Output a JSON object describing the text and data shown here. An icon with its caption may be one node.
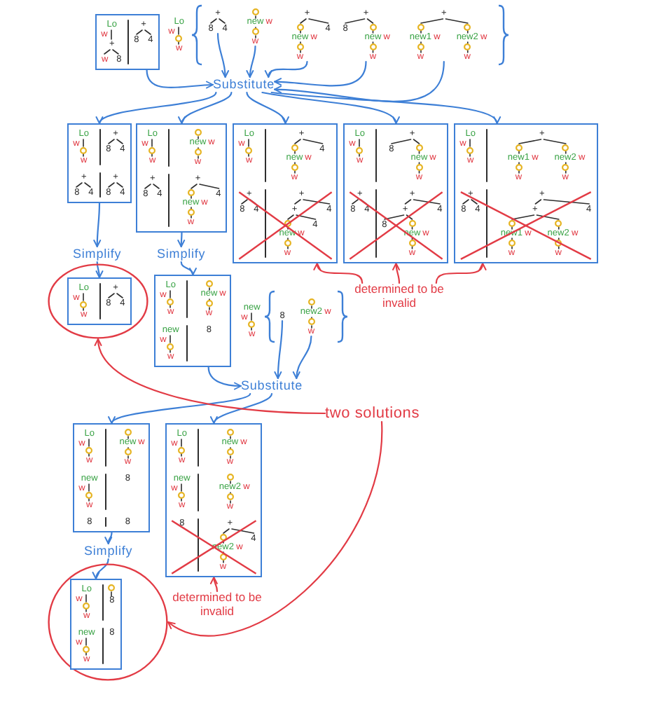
{
  "diagram": {
    "nodes": [
      {
        "text": [
          "Lo",
          "w",
          "+",
          "w",
          "8",
          "+",
          "8",
          "4"
        ]
      },
      {
        "text": [
          "+",
          "8",
          "4"
        ]
      },
      {
        "text": [
          "new",
          "w",
          "w"
        ]
      },
      {
        "text": [
          "+",
          "new",
          "w",
          "w",
          "4"
        ]
      },
      {
        "text": [
          "+",
          "8",
          "new",
          "w",
          "w"
        ]
      },
      {
        "text": [
          "+",
          "new1",
          "w",
          "w",
          "new2",
          "w",
          "w"
        ]
      },
      {
        "text": [
          "Substitute"
        ]
      },
      {
        "text": [
          "Lo",
          "w",
          "w",
          "+",
          "8",
          "4",
          "+",
          "8",
          "4",
          "+",
          "8",
          "4"
        ]
      },
      {
        "text": [
          "Lo",
          "w",
          "w",
          "new",
          "w",
          "w",
          "+",
          "8",
          "4",
          "+",
          "new",
          "w",
          "w",
          "4"
        ]
      },
      {
        "text": [
          "Lo",
          "w",
          "w",
          "+",
          "new",
          "w",
          "w",
          "4",
          "+",
          "8",
          "4",
          "+",
          "+",
          "new",
          "w",
          "w",
          "4",
          "4"
        ]
      },
      {
        "text": [
          "Lo",
          "w",
          "w",
          "+",
          "8",
          "new",
          "w",
          "w",
          "+",
          "8",
          "4",
          "+",
          "+",
          "8",
          "new",
          "w",
          "w",
          "4"
        ]
      },
      {
        "text": [
          "Lo",
          "w",
          "w",
          "+",
          "new1",
          "w",
          "w",
          "new2",
          "w",
          "w",
          "+",
          "8",
          "4",
          "+",
          "+",
          "new1",
          "w",
          "w",
          "new2",
          "w",
          "w",
          "4"
        ]
      },
      {
        "text": [
          "Simplify"
        ]
      },
      {
        "text": [
          "Simplify"
        ]
      },
      {
        "text": [
          "determined to be invalid"
        ]
      },
      {
        "text": [],
        "shape": "circle"
      },
      {
        "text": [
          "Lo",
          "w",
          "w",
          "+",
          "8",
          "4"
        ],
        "in": 15
      },
      {
        "text": [
          "Lo",
          "w",
          "w",
          "new",
          "w",
          "w",
          "new",
          "w",
          "w",
          "8"
        ]
      },
      {
        "text": [
          "8"
        ]
      },
      {
        "text": [
          "new2",
          "w",
          "w"
        ]
      },
      {
        "text": [
          "Substitute"
        ]
      },
      {
        "text": [
          "Lo",
          "w",
          "w",
          "new",
          "w",
          "w",
          "new",
          "w",
          "w",
          "8",
          "8",
          "8"
        ]
      },
      {
        "text": [
          "Lo",
          "w",
          "w",
          "new",
          "w",
          "w",
          "new",
          "w",
          "w",
          "new2",
          "w",
          "w",
          "8",
          "+",
          "new2",
          "w",
          "w",
          "4"
        ]
      },
      {
        "text": [
          "two solutions"
        ]
      },
      {
        "text": [
          "Simplify"
        ]
      },
      {
        "text": [
          "determined to be invalid"
        ]
      },
      {
        "text": [],
        "shape": "circle"
      },
      {
        "text": [
          "Lo",
          "w",
          "w",
          "8",
          "new",
          "w",
          "w",
          "8"
        ],
        "in": 26
      }
    ],
    "edges": [
      {
        "from": 0,
        "to": 6,
        "arrow": "to"
      },
      {
        "from": 1,
        "to": 6,
        "arrow": "to"
      },
      {
        "from": 2,
        "to": 6,
        "arrow": "to"
      },
      {
        "from": 3,
        "to": 6,
        "arrow": "to"
      },
      {
        "from": 4,
        "to": 6,
        "arrow": "to"
      },
      {
        "from": 5,
        "to": 6,
        "arrow": "to"
      },
      {
        "from": 6,
        "to": 7,
        "arrow": "to"
      },
      {
        "from": 6,
        "to": 8,
        "arrow": "to"
      },
      {
        "from": 6,
        "to": 9,
        "arrow": "to"
      },
      {
        "from": 6,
        "to": 10,
        "arrow": "to"
      },
      {
        "from": 6,
        "to": 11,
        "arrow": "to"
      },
      {
        "from": 7,
        "to": 12,
        "arrow": "to"
      },
      {
        "from": 12,
        "to": 16,
        "arrow": "to"
      },
      {
        "from": 8,
        "to": 13,
        "arrow": "to"
      },
      {
        "from": 13,
        "to": 17,
        "arrow": "to"
      },
      {
        "from": 14,
        "to": 9,
        "arrow": "to",
        "color": "#e23b45"
      },
      {
        "from": 14,
        "to": 10,
        "arrow": "to",
        "color": "#e23b45"
      },
      {
        "from": 14,
        "to": 11,
        "arrow": "to",
        "color": "#e23b45"
      },
      {
        "from": 17,
        "to": 20,
        "arrow": "to"
      },
      {
        "from": 18,
        "to": 20,
        "arrow": "to"
      },
      {
        "from": 19,
        "to": 20,
        "arrow": "to"
      },
      {
        "from": 20,
        "to": 21,
        "arrow": "to"
      },
      {
        "from": 20,
        "to": 22,
        "arrow": "to"
      },
      {
        "from": 21,
        "to": 24,
        "arrow": "to"
      },
      {
        "from": 24,
        "to": 27,
        "arrow": "to"
      },
      {
        "from": 25,
        "to": 22,
        "arrow": "to",
        "color": "#e23b45"
      },
      {
        "from": 23,
        "to": 15,
        "arrow": "to",
        "color": "#e23b45"
      },
      {
        "from": 23,
        "to": 26,
        "arrow": "to",
        "color": "#e23b45"
      }
    ],
    "labels": [
      "Lo",
      "w",
      "w",
      "new",
      "w",
      "w"
    ]
  }
}
